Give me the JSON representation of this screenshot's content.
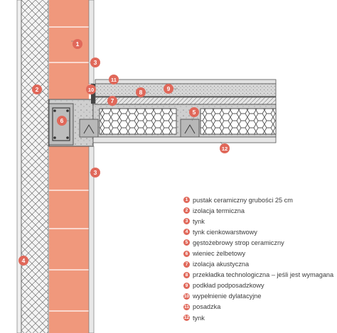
{
  "colors": {
    "brick": "#f0987c",
    "brick_joint": "#ffffff",
    "marker": "#e0685a",
    "marker_text": "#ffffff",
    "insulation_bg": "#f2f2f2",
    "hatch": "#555555",
    "concrete": "#c9c9c9",
    "line": "#4a4a4a",
    "legend_text": "#3c3c3c"
  },
  "markers": [
    "1",
    "2",
    "3",
    "3",
    "4",
    "5",
    "6",
    "7",
    "8",
    "9",
    "10",
    "11",
    "12"
  ],
  "legend": [
    {
      "num": "1",
      "label": "pustak ceramiczny grubości 25 cm"
    },
    {
      "num": "2",
      "label": "izolacja termiczna"
    },
    {
      "num": "3",
      "label": "tynk"
    },
    {
      "num": "4",
      "label": "tynk cienkowarstwowy"
    },
    {
      "num": "5",
      "label": "gęstożebrowy strop ceramiczny"
    },
    {
      "num": "6",
      "label": "wieniec żelbetowy"
    },
    {
      "num": "7",
      "label": "izolacja akustyczna"
    },
    {
      "num": "8",
      "label": "przekładka technologiczna – jeśli jest wymagana"
    },
    {
      "num": "9",
      "label": "podkład podposadzkowy"
    },
    {
      "num": "10",
      "label": "wypełnienie dylatacyjne"
    },
    {
      "num": "11",
      "label": "posadzka"
    },
    {
      "num": "12",
      "label": "tynk"
    }
  ]
}
